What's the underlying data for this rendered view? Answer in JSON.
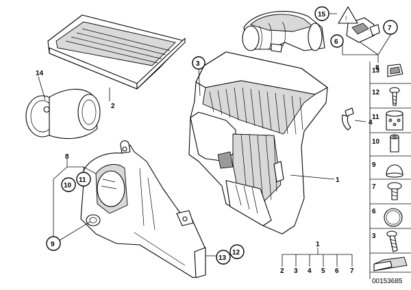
{
  "diagram": {
    "diagram_id": "00153685",
    "labels": {
      "l1": "1",
      "l2": "2",
      "l3": "3",
      "l4": "4",
      "l5": "5",
      "l6": "6",
      "l7": "7",
      "l8": "8",
      "l9": "9",
      "l10": "10",
      "l11": "11",
      "l12": "12",
      "l13": "13",
      "l14": "14",
      "l15": "15"
    },
    "kit_row": [
      "2",
      "3",
      "4",
      "5",
      "6",
      "7"
    ],
    "kit_parent": "1",
    "side_panel": [
      "13",
      "12",
      "11",
      "10",
      "9",
      "7",
      "6",
      "3"
    ]
  }
}
